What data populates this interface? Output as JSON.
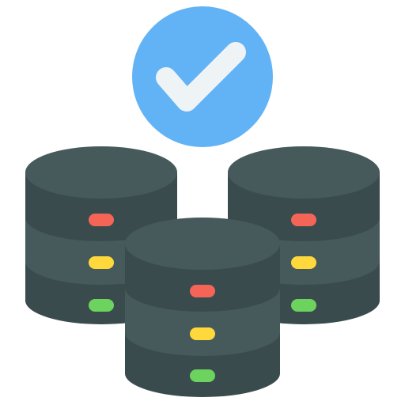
{
  "icon": {
    "name": "database-servers-verified-icon",
    "description_visible_text": ""
  },
  "colors": {
    "background": "#ffffff",
    "badge_fill": "#62B3F5",
    "checkmark": "#EEF3F6",
    "db_top": "#465A5C",
    "db_band_dark": "#3A4B4D",
    "db_band_mid": "#465A5C",
    "led_red": "#F46558",
    "led_yellow": "#FFD93B",
    "led_green": "#6BD35E"
  },
  "stacks": [
    {
      "id": "left",
      "leds": [
        "red",
        "yellow",
        "green"
      ]
    },
    {
      "id": "right",
      "leds": [
        "red",
        "yellow",
        "green"
      ]
    },
    {
      "id": "center",
      "leds": [
        "red",
        "yellow",
        "green"
      ]
    }
  ]
}
